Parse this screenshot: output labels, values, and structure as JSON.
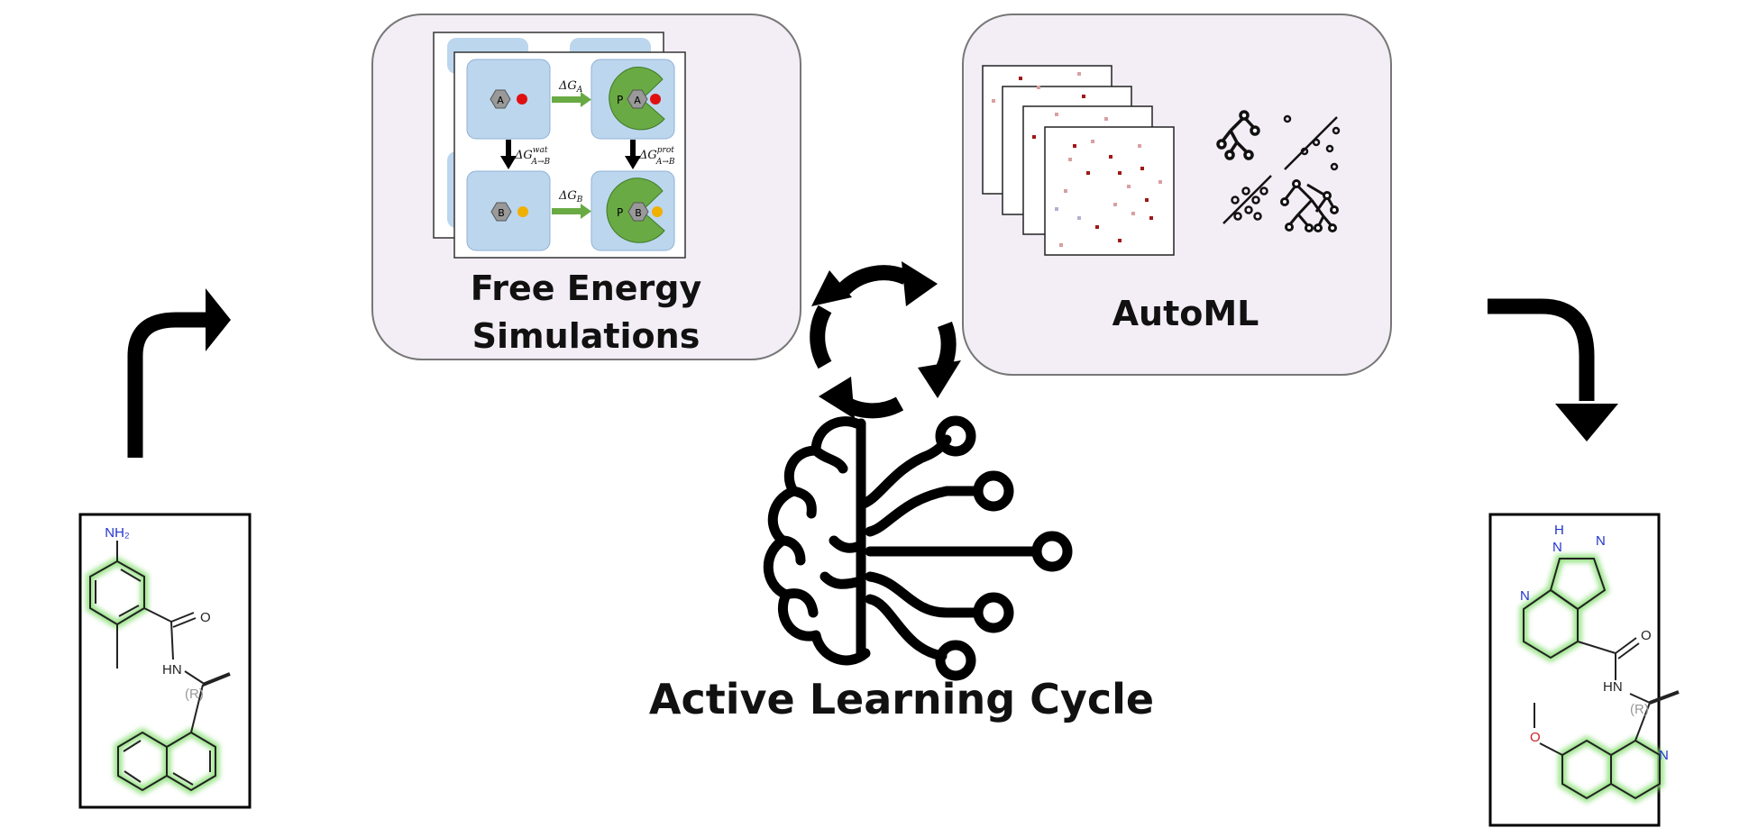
{
  "fes_panel": {
    "title_line1": "Free Energy",
    "title_line2": "Simulations",
    "ligand_a": "A",
    "ligand_b": "B",
    "protein": "P",
    "dg_a": "ΔG",
    "dg_a_sub": "A",
    "dg_b": "ΔG",
    "dg_b_sub": "B",
    "dg_wat": "ΔG",
    "dg_wat_sup": "wat",
    "dg_wat_sub": "A→B",
    "dg_prot": "ΔG",
    "dg_prot_sup": "prot",
    "dg_prot_sub": "A→B"
  },
  "automl_panel": {
    "title": "AutoML"
  },
  "center": {
    "caption": "Active Learning Cycle"
  },
  "input_molecule": {
    "label_amine": "NH₂",
    "label_oxygen": "O",
    "label_nh": "HN",
    "label_stereo": "(R)"
  },
  "output_molecule": {
    "label_nh": "H",
    "label_n1": "N",
    "label_n2": "N",
    "label_n3": "N",
    "label_oxygen": "O",
    "label_hn": "HN",
    "label_stereo": "(R)",
    "label_methoxy": "O",
    "label_n4": "N"
  },
  "colors": {
    "panel_fill": "#f3edf6",
    "panel_stroke": "#777777",
    "box_blue": "#bcd6ee",
    "protein_green": "#6aaa44",
    "arrow_green": "#6aaa44",
    "ligand_a_dot": "#e01010",
    "ligand_b_dot": "#f0b000",
    "highlight_green": "#8ee07a",
    "amine_blue": "#2233cc",
    "oxygen_red": "#cc2222"
  }
}
